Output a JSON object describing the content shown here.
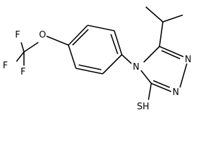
{
  "molecule": {
    "atoms": {
      "f1": "F",
      "f2": "F",
      "f3": "F",
      "o": "O",
      "n4": "N",
      "n2": "N",
      "n1": "N",
      "sh": "SH"
    }
  }
}
